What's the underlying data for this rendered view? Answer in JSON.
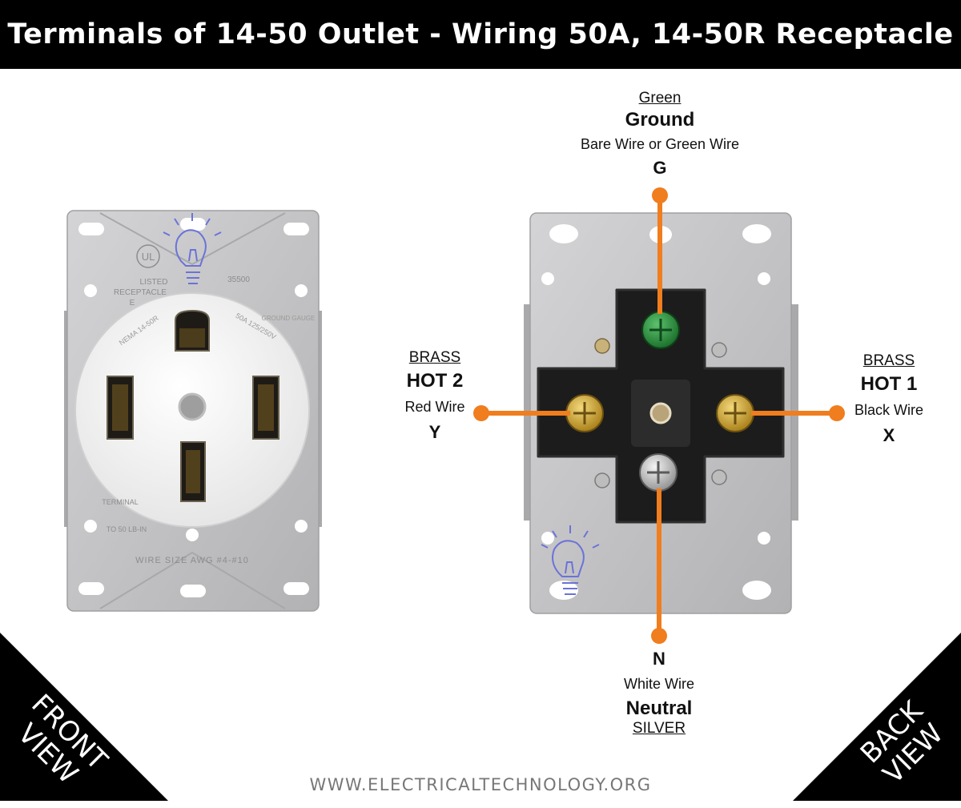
{
  "title": "Terminals of 14-50 Outlet - Wiring 50A, 14-50R Receptacle",
  "front_label_line1": "FRONT",
  "front_label_line2": "VIEW",
  "back_label_line1": "BACK",
  "back_label_line2": "VIEW",
  "footer": "WWW.ELECTRICALTECHNOLOGY.ORG",
  "front_plate_text": {
    "listed": "LISTED",
    "receptacle": "RECEPTACLE",
    "code": "E",
    "nema": "NEMA 14-50R",
    "rating": "50A 125/250V",
    "ground": "GROUND GAUGE",
    "model": "35500",
    "terminal": "TERMINAL",
    "torque": "TO 50 LB-IN",
    "wire_size": "WIRE SIZE AWG #4-#10"
  },
  "ground": {
    "material": "Green",
    "name": "Ground",
    "wire": "Bare Wire or Green Wire",
    "letter": "G"
  },
  "hot2": {
    "material": "BRASS",
    "name": "HOT 2",
    "wire": "Red Wire",
    "letter": "Y"
  },
  "hot1": {
    "material": "BRASS",
    "name": "HOT 1",
    "wire": "Black Wire",
    "letter": "X"
  },
  "neutral": {
    "letter": "N",
    "wire": "White Wire",
    "name": "Neutral",
    "material": "SILVER"
  },
  "colors": {
    "leader": "#f07d1e",
    "banner": "#000000",
    "plate": "#c6c6c8",
    "face": "#fafafa",
    "block": "#1c1c1c",
    "brass": "#d4a92a",
    "green_screw": "#2a8f3e",
    "silver_screw": "#cfcfcf",
    "bulb": "#6a73d8"
  }
}
